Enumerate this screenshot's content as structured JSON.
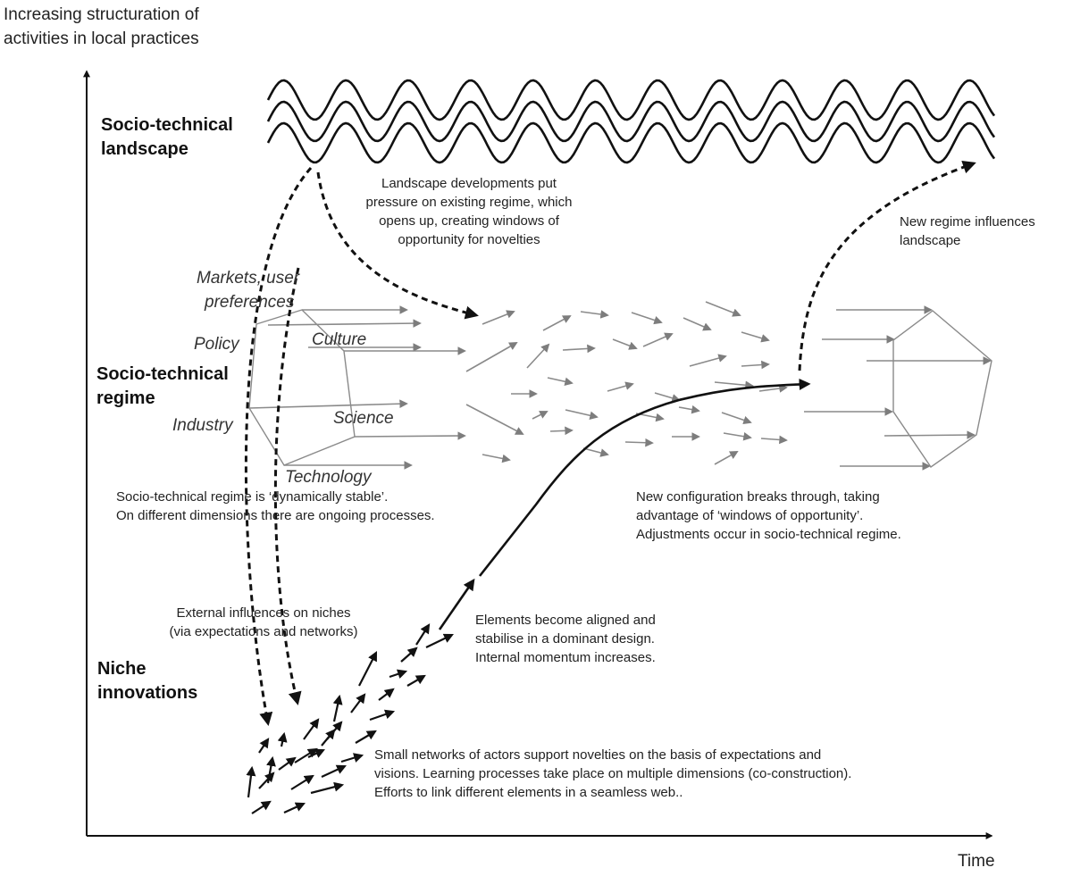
{
  "axes": {
    "y_label_line1": "Increasing structuration of",
    "y_label_line2": "activities in local practices",
    "x_label": "Time"
  },
  "levels": {
    "landscape_line1": "Socio-technical",
    "landscape_line2": "landscape",
    "regime_line1": "Socio-technical",
    "regime_line2": "regime",
    "niche_line1": "Niche",
    "niche_line2": "innovations"
  },
  "dimensions": {
    "markets_line1": "Markets, user",
    "markets_line2": "preferences",
    "policy": "Policy",
    "culture": "Culture",
    "science": "Science",
    "industry": "Industry",
    "technology": "Technology"
  },
  "annotations": {
    "landscape_pressure_1": "Landscape developments put",
    "landscape_pressure_2": "pressure on existing regime, which",
    "landscape_pressure_3": "opens up, creating windows of",
    "landscape_pressure_4": "opportunity for novelties",
    "new_regime_1": "New regime influences",
    "new_regime_2": "landscape",
    "regime_stable_1": "Socio-technical regime is ‘dynamically stable’.",
    "regime_stable_2": "On different dimensions there are ongoing processes.",
    "breakthrough_1": "New configuration breaks through, taking",
    "breakthrough_2": "advantage of ‘windows of opportunity’.",
    "breakthrough_3": "Adjustments occur in socio-technical regime.",
    "external_1": "External influences on niches",
    "external_2": "(via expectations and networks)",
    "aligned_1": "Elements become aligned and",
    "aligned_2": "stabilise in a dominant design.",
    "aligned_3": "Internal momentum increases.",
    "small_networks_1": "Small networks of actors support novelties on the basis of expectations and",
    "small_networks_2": "visions. Learning processes take place on multiple dimensions (co-construction).",
    "small_networks_3": "Efforts to link different elements in a seamless web.."
  },
  "colors": {
    "ink": "#222222",
    "grey_arrow": "#8a8a8a",
    "background": "#ffffff"
  }
}
